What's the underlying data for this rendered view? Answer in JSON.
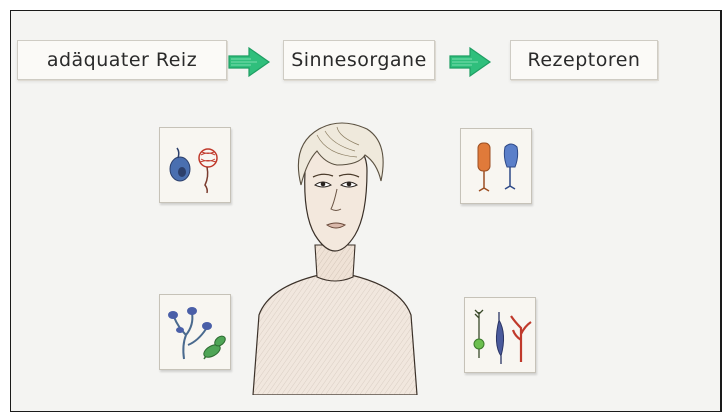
{
  "header": {
    "step1": "adäquater Reiz",
    "step2": "Sinnesorgane",
    "step3": "Rezeptoren"
  },
  "icons": {
    "arrow": "green-arrow-icon",
    "receptors": [
      "pacinian-receptor-icon",
      "rod-cone-receptor-icon",
      "taste-cell-receptor-icon",
      "neuron-receptor-icon"
    ],
    "figure": "person-illustration"
  },
  "colors": {
    "arrow": "#2fbf7c",
    "frame": "#1a1a1a",
    "background": "#f4f4f2"
  }
}
